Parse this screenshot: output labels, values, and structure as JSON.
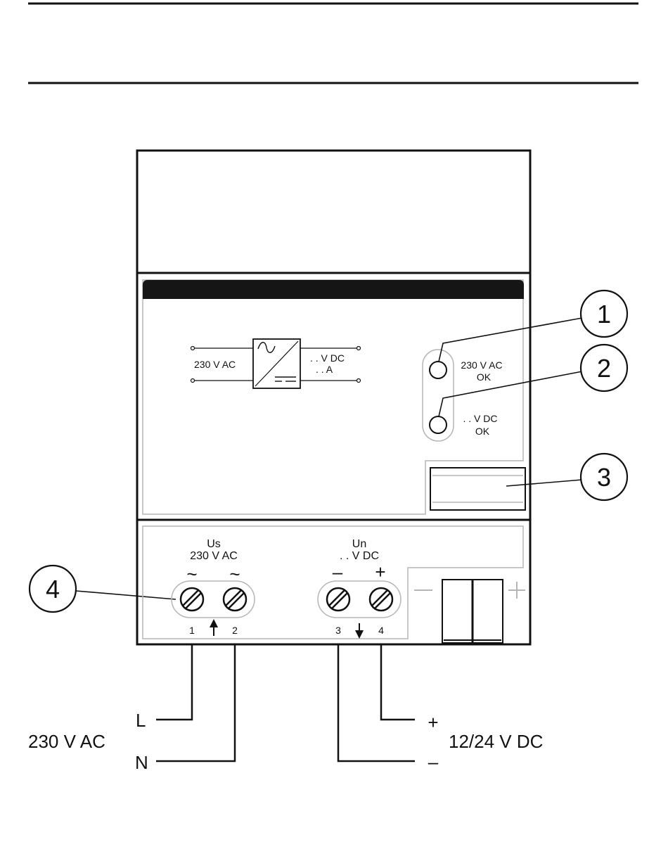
{
  "converter_symbol": {
    "input_label": "230 V AC",
    "output_label_1": ". . V DC",
    "output_label_2": ". . A"
  },
  "leds": [
    {
      "label_1": "230 V AC",
      "label_2": "OK"
    },
    {
      "label_1": ". . V DC",
      "label_2": "OK"
    }
  ],
  "callouts": [
    "1",
    "2",
    "3",
    "4"
  ],
  "terminals": {
    "us_title": "Us",
    "us_voltage": "230 V AC",
    "us_symbol_1": "~",
    "us_symbol_2": "~",
    "un_title": "Un",
    "un_voltage": ". . V DC",
    "un_minus": "–",
    "un_plus": "+",
    "numbers": [
      "1",
      "2",
      "3",
      "4"
    ]
  },
  "wiring": {
    "line_label": "L",
    "neutral_label": "N",
    "ac_label": "230 V AC",
    "dc_plus": "+",
    "dc_minus": "–",
    "dc_label": "12/24 V DC"
  },
  "colors": {
    "ink": "#111111",
    "inner_outline": "#b5b5b5",
    "label_bar": "#151515"
  }
}
